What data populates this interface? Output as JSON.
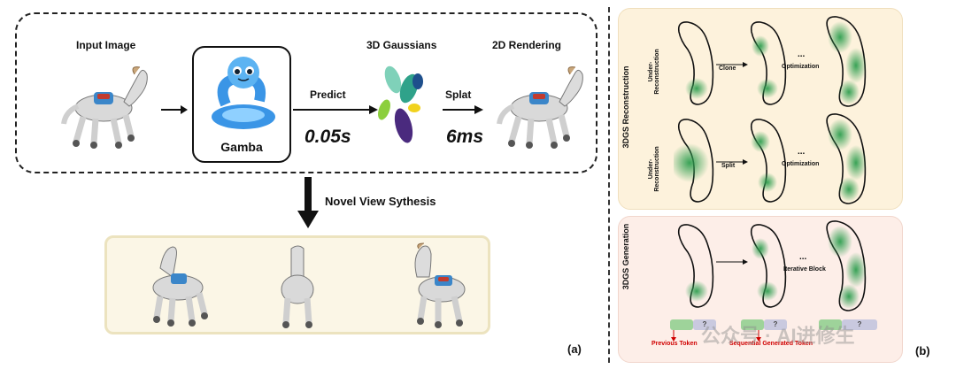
{
  "panel_a": {
    "input_label": "Input Image",
    "model_label": "Gamba",
    "predict_label": "Predict",
    "predict_time": "0.05s",
    "gaussians_label": "3D Gaussians",
    "splat_label": "Splat",
    "splat_time": "6ms",
    "rendering_label": "2D Rendering",
    "novel_view_label": "Novel View Sythesis",
    "tag": "(a)"
  },
  "panel_b": {
    "recon_title": "3DGS Reconstruction",
    "under_recon": "Under-Reconstruction",
    "clone_label": "Clone",
    "split_label": "Split",
    "optimization_label": "Optimization",
    "ellipsis": "...",
    "gen_title": "3DGS Generation",
    "iterative_label": "Iterative Block",
    "previous_token": "Previous Token",
    "sequential_token": "Sequential Generated Token",
    "token_q": "?",
    "tag": "(b)"
  },
  "watermark": "公众号 · AI进修生",
  "colors": {
    "recon_bg": "#fdf2dc",
    "gen_bg": "#fdeee8",
    "gaussian_green": "#2e9e4f",
    "token_green": "#9ed39a",
    "token_purple": "#c9c9df",
    "red": "#d00000"
  }
}
